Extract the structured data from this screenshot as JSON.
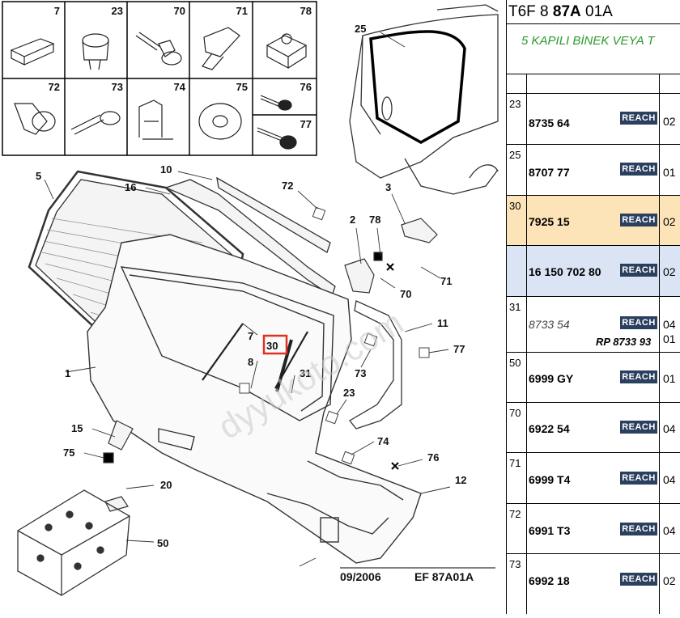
{
  "header": {
    "prefix": "T6F 8 ",
    "code": "87A",
    "suffix": " 01A"
  },
  "subtitle": "5 KAPILI BİNEK VEYA T",
  "colors": {
    "badge": "#2b3f5f",
    "subtitle": "#2a9a2a",
    "highlight_orange": "#fde3b8",
    "highlight_blue": "#dbe4f5",
    "callout_box": "#e03020"
  },
  "badge_label": "REACH",
  "rows": [
    {
      "ref": "23",
      "part": "8735 64",
      "qty": "02"
    },
    {
      "ref": "25",
      "part": "8707 77",
      "qty": "01"
    },
    {
      "ref": "30",
      "part": "7925 15",
      "qty": "02"
    },
    {
      "ref": "",
      "part": "16 150 702 80",
      "qty": "02"
    },
    {
      "ref": "31",
      "part": "8733 54",
      "qty": "04",
      "replacement": "RP 8733 93",
      "qty2": "01"
    },
    {
      "ref": "50",
      "part": "6999 GY",
      "qty": "01"
    },
    {
      "ref": "70",
      "part": "6922 54",
      "qty": "04"
    },
    {
      "ref": "71",
      "part": "6999 T4",
      "qty": "04"
    },
    {
      "ref": "72",
      "part": "6991 T3",
      "qty": "04"
    },
    {
      "ref": "73",
      "part": "6992 18",
      "qty": "02"
    }
  ],
  "diagram": {
    "grid_labels": [
      "7",
      "23",
      "70",
      "71",
      "78",
      "72",
      "73",
      "74",
      "75",
      "76",
      "77"
    ],
    "callouts": [
      "25",
      "5",
      "16",
      "10",
      "72",
      "3",
      "2",
      "78",
      "71",
      "70",
      "11",
      "77",
      "7",
      "30",
      "8",
      "31",
      "73",
      "1",
      "23",
      "74",
      "15",
      "75",
      "20",
      "76",
      "12",
      "50"
    ],
    "date": "09/2006",
    "ref_code": "EF 87A01A",
    "watermark": "dyyukoto.com"
  }
}
